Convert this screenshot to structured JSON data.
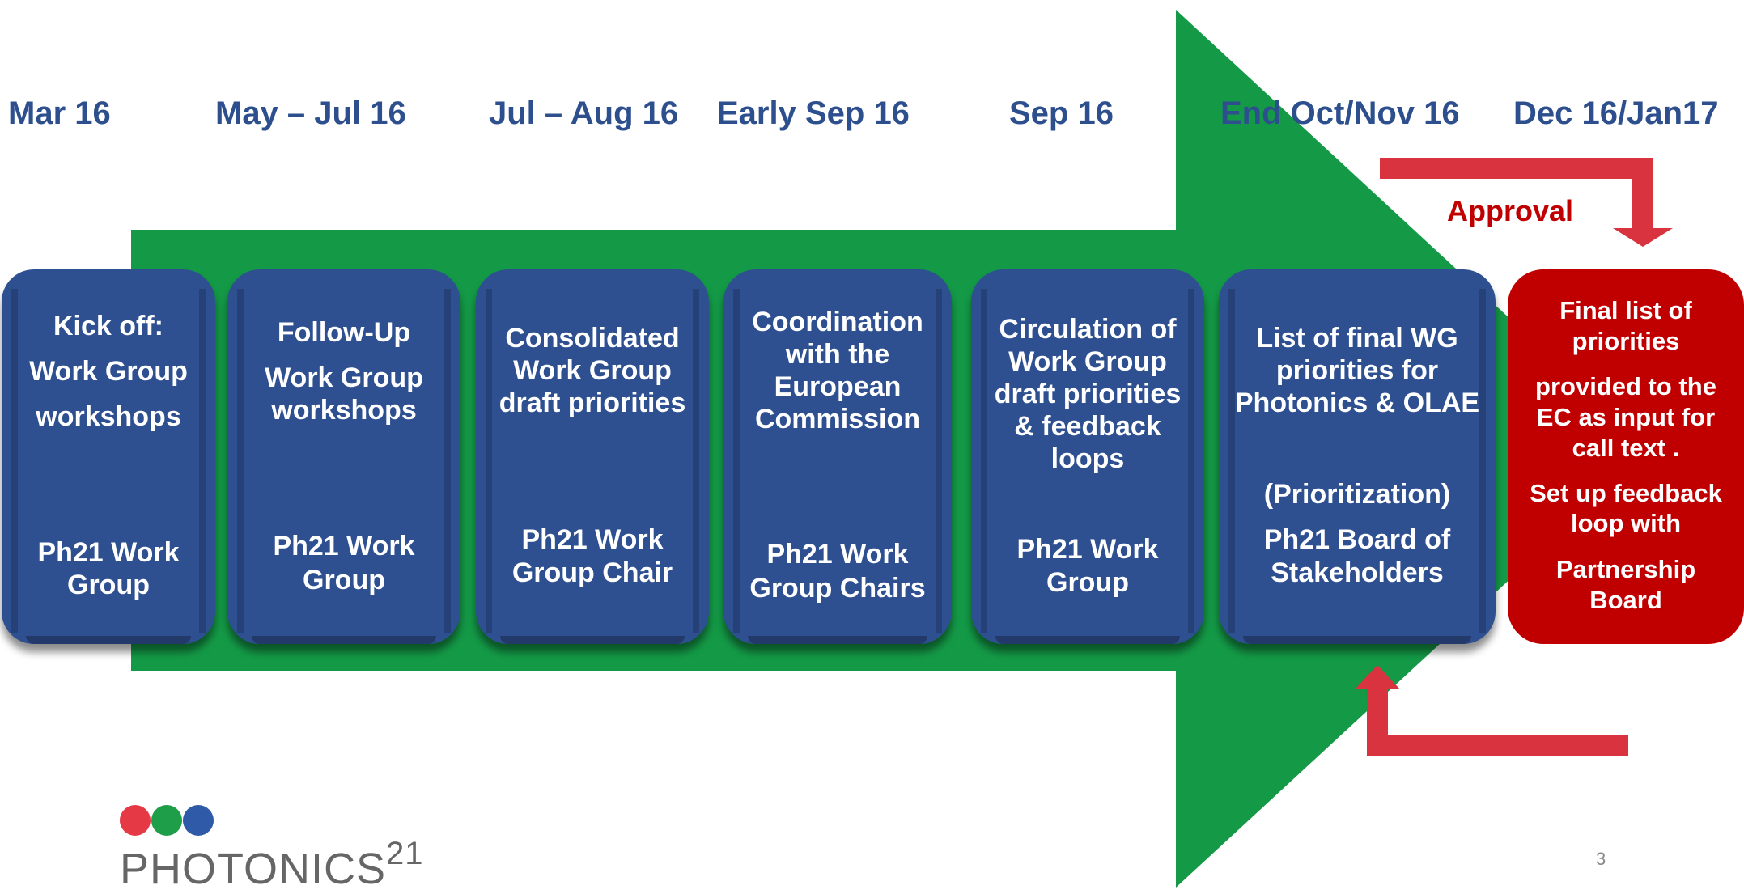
{
  "dates": [
    "Mar 16",
    "May – Jul 16",
    "Jul – Aug 16",
    "Early Sep 16",
    "Sep 16",
    "End Oct/Nov 16",
    "Dec  16/Jan17"
  ],
  "steps": [
    {
      "top": "Kick off:",
      "lines": [
        "Work Group",
        "workshops"
      ],
      "bottom": [
        "Ph21 Work",
        "Group"
      ]
    },
    {
      "top": "Follow-Up",
      "lines": [
        "Work Group",
        "workshops"
      ],
      "bottom": [
        "Ph21  Work",
        "Group"
      ]
    },
    {
      "top": "Consolidated",
      "lines": [
        "Work Group",
        "draft priorities"
      ],
      "bottom": [
        "Ph21  Work",
        "Group Chair"
      ]
    },
    {
      "top": "Coordination",
      "lines": [
        "with the",
        "European",
        "Commission"
      ],
      "bottom": [
        "Ph21 Work",
        "Group Chairs"
      ]
    },
    {
      "top": "Circulation of",
      "lines": [
        "Work Group",
        "draft priorities",
        "& feedback",
        "loops"
      ],
      "bottom": [
        "Ph21  Work",
        "Group"
      ]
    },
    {
      "top": "List of final WG",
      "lines": [
        "priorities for",
        "Photonics & OLAE"
      ],
      "extra": "(Prioritization)",
      "bottom": [
        "Ph21 Board of",
        "Stakeholders"
      ]
    }
  ],
  "final": {
    "p1": [
      "Final list of",
      "priorities"
    ],
    "p2": [
      "provided to the",
      "EC as input for",
      "call text ."
    ],
    "p3": [
      "Set up feedback",
      "loop with"
    ],
    "p4": [
      "Partnership",
      "Board"
    ]
  },
  "approval_label": "Approval",
  "page_number": "3",
  "logo": {
    "text": "PHOTONICS",
    "sup": "21",
    "dot_colors": [
      "#e63946",
      "#1f9e4a",
      "#2e5aa8"
    ]
  },
  "colors": {
    "arrow": "#149a47",
    "box": "#2e5091",
    "final": "#c00000",
    "date": "#2d4f8e",
    "feedback_arrow": "#d9333f"
  }
}
